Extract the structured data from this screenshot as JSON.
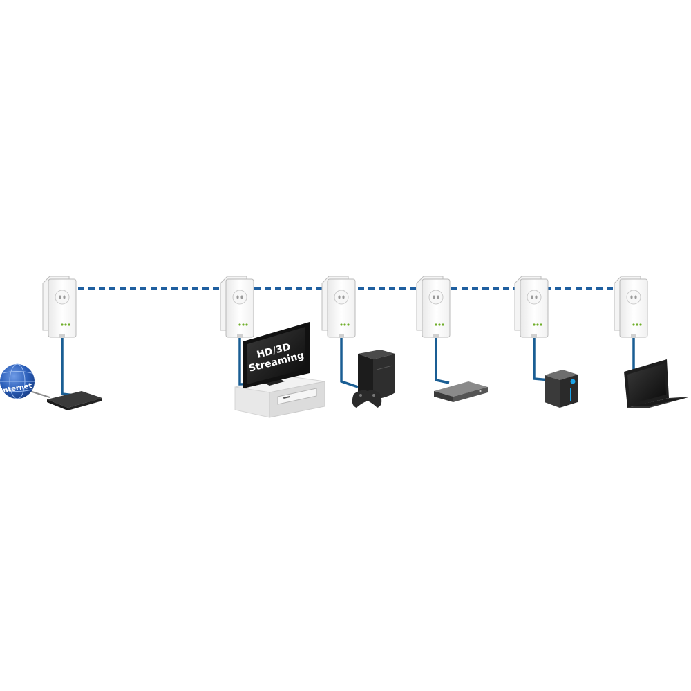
{
  "diagram": {
    "internet_label": "Internet",
    "tv_screen_lines": [
      "HD/3D",
      "Streaming"
    ]
  },
  "colors": {
    "powerline_dash": "#1f5fa0",
    "ethernet_cable": "#1a5e94",
    "adapter_body": "#ffffff",
    "adapter_outline": "#b8b8b8",
    "led_green": "#6fae2a",
    "device_dark": "#2b2b2b",
    "globe_blue": "#2a5db8"
  },
  "adapters": [
    {
      "name": "adapter-router",
      "icon": "powerline-adapter-icon"
    },
    {
      "name": "adapter-tv",
      "icon": "powerline-adapter-icon"
    },
    {
      "name": "adapter-console",
      "icon": "powerline-adapter-icon"
    },
    {
      "name": "adapter-receiver",
      "icon": "powerline-adapter-icon"
    },
    {
      "name": "adapter-nas",
      "icon": "powerline-adapter-icon"
    },
    {
      "name": "adapter-laptop",
      "icon": "powerline-adapter-icon"
    }
  ],
  "devices": [
    "router-icon",
    "tv-icon",
    "tv-stand-icon",
    "game-console-icon",
    "gamepad-icon",
    "set-top-box-icon",
    "nas-drive-icon",
    "laptop-icon",
    "globe-icon"
  ]
}
